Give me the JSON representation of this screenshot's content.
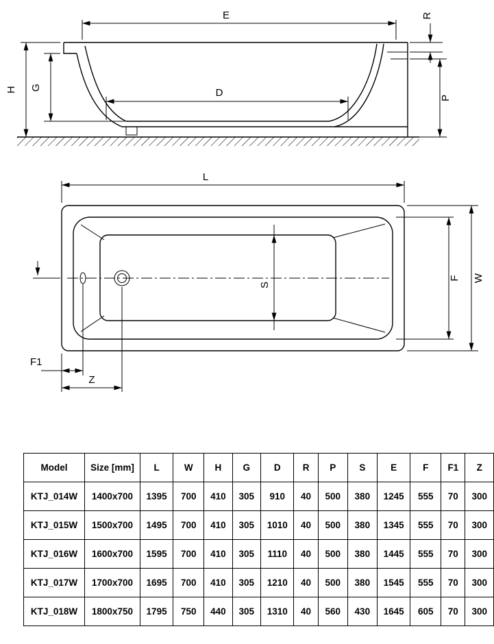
{
  "labels": {
    "e": "E",
    "r": "R",
    "h": "H",
    "g": "G",
    "d": "D",
    "p": "P",
    "l": "L",
    "s": "S",
    "f": "F",
    "w": "W",
    "f1": "F1",
    "z": "Z"
  },
  "table": {
    "headers": [
      "Model",
      "Size [mm]",
      "L",
      "W",
      "H",
      "G",
      "D",
      "R",
      "P",
      "S",
      "E",
      "F",
      "F1",
      "Z"
    ],
    "rows": [
      [
        "KTJ_014W",
        "1400x700",
        "1395",
        "700",
        "410",
        "305",
        "910",
        "40",
        "500",
        "380",
        "1245",
        "555",
        "70",
        "300"
      ],
      [
        "KTJ_015W",
        "1500x700",
        "1495",
        "700",
        "410",
        "305",
        "1010",
        "40",
        "500",
        "380",
        "1345",
        "555",
        "70",
        "300"
      ],
      [
        "KTJ_016W",
        "1600x700",
        "1595",
        "700",
        "410",
        "305",
        "1110",
        "40",
        "500",
        "380",
        "1445",
        "555",
        "70",
        "300"
      ],
      [
        "KTJ_017W",
        "1700x700",
        "1695",
        "700",
        "410",
        "305",
        "1210",
        "40",
        "500",
        "380",
        "1545",
        "555",
        "70",
        "300"
      ],
      [
        "KTJ_018W",
        "1800x750",
        "1795",
        "750",
        "440",
        "305",
        "1310",
        "40",
        "560",
        "430",
        "1645",
        "605",
        "70",
        "300"
      ]
    ]
  },
  "colors": {
    "line": "#000000",
    "background": "#ffffff"
  }
}
